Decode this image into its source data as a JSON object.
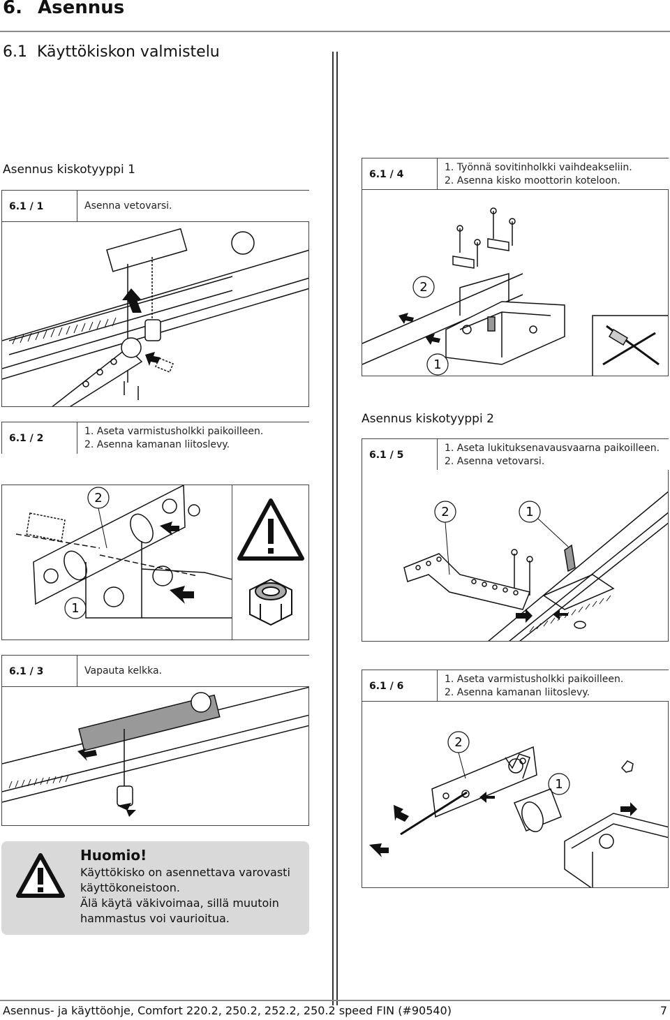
{
  "chapter": {
    "number": "6.",
    "title": "Asennus"
  },
  "section": {
    "number": "6.1",
    "title": "Käyttökiskon valmistelu"
  },
  "rail_type_1": {
    "heading": "Asennus kiskotyyppi 1"
  },
  "rail_type_2": {
    "heading": "Asennus kiskotyyppi 2"
  },
  "steps": {
    "s1": {
      "label": "6.1 / 1",
      "lines": [
        "Asenna vetovarsi."
      ]
    },
    "s2": {
      "label": "6.1 / 2",
      "lines": [
        "1. Aseta varmistusholkki paikoilleen.",
        "2. Asenna kamanan liitoslevy."
      ]
    },
    "s3": {
      "label": "6.1 / 3",
      "lines": [
        "Vapauta kelkka."
      ]
    },
    "s4": {
      "label": "6.1 / 4",
      "lines": [
        "1. Työnnä sovitinholkki vaihdeakseliin.",
        "2. Asenna kisko moottorin koteloon."
      ]
    },
    "s5": {
      "label": "6.1 / 5",
      "lines": [
        "1. Aseta lukituksenavausvaarna paikoilleen.",
        "2. Asenna vetovarsi."
      ]
    },
    "s6": {
      "label": "6.1 / 6",
      "lines": [
        "1. Aseta varmistusholkki paikoilleen.",
        "2. Asenna kamanan liitoslevy."
      ]
    }
  },
  "figure_callouts": {
    "one": "1",
    "two": "2"
  },
  "notice": {
    "title": "Huomio!",
    "lines": [
      "Käyttökisko on asennettava varovasti",
      "käyttökoneistoon.",
      "Älä käytä väkivoimaa, sillä muutoin",
      "hammastus voi vaurioitua."
    ]
  },
  "footer": {
    "text": "Asennus- ja käyttöohje, Comfort 220.2, 250.2, 252.2, 250.2 speed FIN (#90540)",
    "page": "7"
  }
}
